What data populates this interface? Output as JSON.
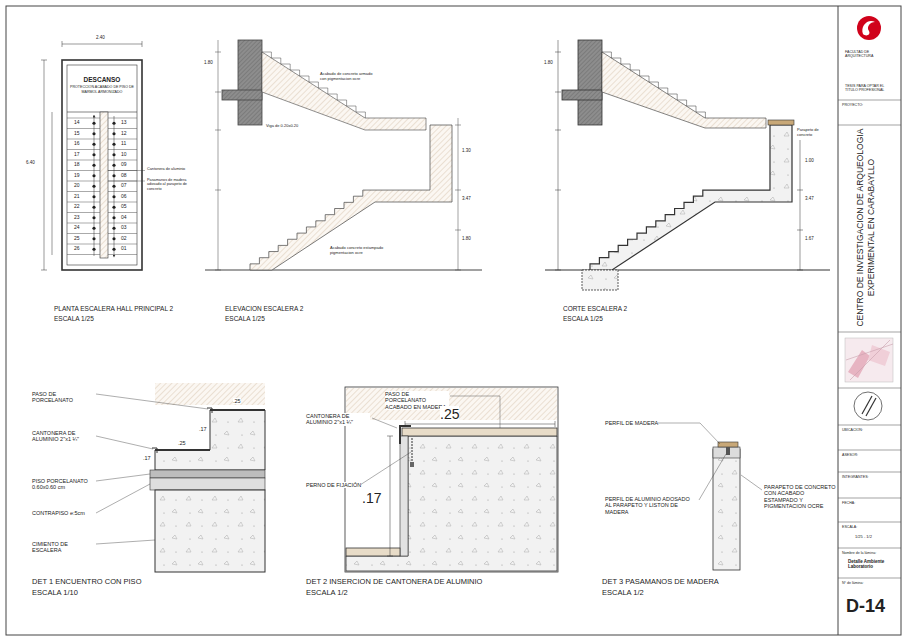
{
  "diagram": {
    "title": "CENTRO DE INVESTIGACION DE ARQUEOLOGIA EXPERIMENTAL EN CARABAYLLO",
    "nodes": [
      {
        "text": [
          "DESCANSO",
          "PROTECCION ACABADO DE PISO DE MARMOL ARMONIZADO"
        ]
      }
    ],
    "labels": [
      "14",
      "15",
      "16",
      "17",
      "18",
      "19",
      "20",
      "21",
      "22",
      "23",
      "24",
      "25",
      "26",
      "13",
      "12",
      "11",
      "10",
      "09",
      "08",
      "07",
      "06",
      "05",
      "04",
      "03",
      "02",
      "01",
      "Cantonera de aluminio",
      "Pasamanos de madera adosado al parapeto de concreto",
      "2.40",
      "6.40",
      "PLANTA ESCALERA HALL PRINCIPAL 2",
      "ESCALA 1/25",
      "1.80",
      "Viga de 0.20x0.20",
      "Acabado de concreto armado con pigmentacion ocre",
      "1.30",
      "3.47",
      "1.80",
      "Acabado concreto estampado pigmentacion ocre",
      "ELEVACION ESCALERA  2",
      "ESCALA 1/25",
      "1.80",
      "Parapeto de concreto",
      "1.00",
      "3.47",
      "1.67",
      "CORTE ESCALERA  2",
      "ESCALA 1/25",
      "PASO DE PORCELANATO",
      "CANTONERA DE ALUMINIO 2\"x1 ¼\"",
      ".25",
      ".17",
      ".25",
      ".17",
      "PISO PORCELANATO 0.60x0.60 cm",
      "CONTRAPISO e:5cm",
      "CIMIENTO DE ESCALERA",
      "DET 1  ENCUENTRO CON PISO",
      "ESCALA 1/10",
      "PASO DE PORCELANATO ACABADO EN MADERA",
      "CANTONERA DE ALUMINIO 2\"x1 ¼\"",
      ".25",
      "PERNO DE FIJACIÓN",
      ".17",
      "DET 2  INSERCION DE CANTONERA DE ALUMINIO",
      "ESCALA 1/2",
      "PERFIL DE MADERA",
      "PERFIL DE ALUMINIO ADOSADO AL PARAPETO Y LISTON DE MADERA",
      "PARAPETO DE CONCRETO CON ACABADO ESTAMPADO Y PIGMENTACION OCRE",
      "DET 3 PASAMANOS DE MADERA",
      "ESCALA 1/2",
      "FACULTAD DE ARQUITECTURA",
      "TESIS PARA OPTAR EL TITULO PROFESIONAL",
      "PROYECTO:",
      "UBICACION:",
      "ASESOR:",
      "INTEGRANTES:",
      "FECHA:",
      "ESCALA:",
      "1/25 - 1/2",
      "Nombre de la lámina:",
      "Detalle Ambiente Laboratorio",
      "Nº de lámina:",
      "D-14"
    ]
  }
}
